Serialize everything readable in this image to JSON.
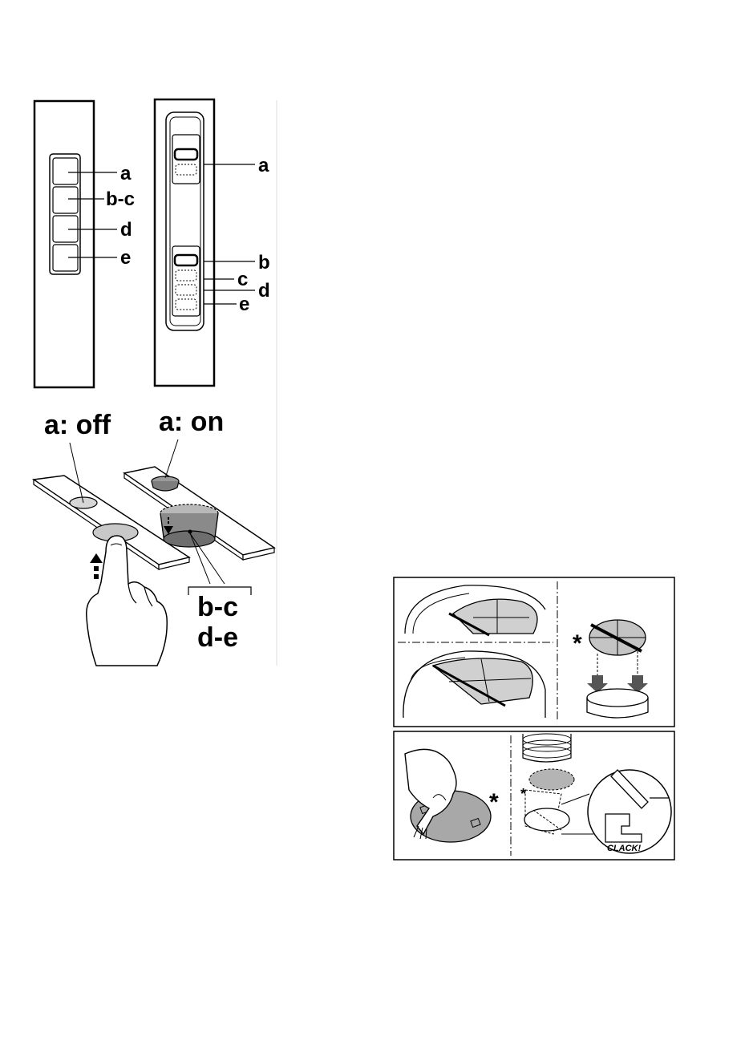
{
  "panel_left": {
    "labels": [
      "a",
      "b-c",
      "d",
      "e"
    ]
  },
  "panel_right": {
    "labels": [
      "a",
      "b",
      "c",
      "d",
      "e"
    ]
  },
  "switch_states": {
    "off": "a: off",
    "on": "a: on",
    "group_line1": "b-c",
    "group_line2": "d-e"
  },
  "filter_figures": {
    "asterisk": "*",
    "clack": "CLACK!"
  }
}
